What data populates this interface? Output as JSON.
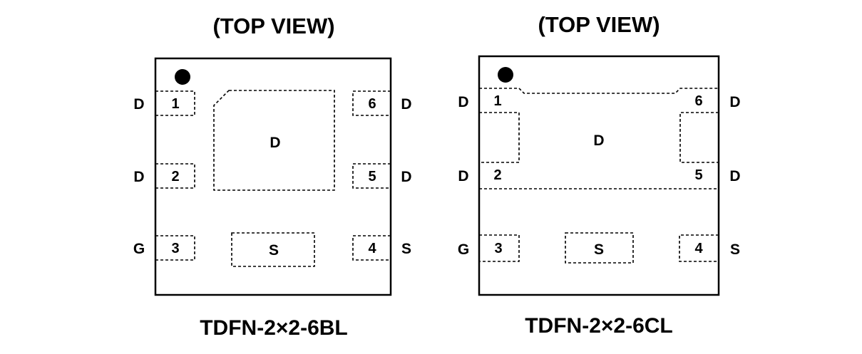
{
  "diagrams": [
    {
      "view_title": "(TOP VIEW)",
      "package_name": "TDFN-2×2-6BL",
      "pins": [
        {
          "number": "1",
          "label": "D"
        },
        {
          "number": "2",
          "label": "D"
        },
        {
          "number": "3",
          "label": "G"
        },
        {
          "number": "4",
          "label": "S"
        },
        {
          "number": "5",
          "label": "D"
        },
        {
          "number": "6",
          "label": "D"
        }
      ],
      "pads": {
        "center": "D",
        "bottom": "S"
      }
    },
    {
      "view_title": "(TOP VIEW)",
      "package_name": "TDFN-2×2-6CL",
      "pins": [
        {
          "number": "1",
          "label": "D"
        },
        {
          "number": "2",
          "label": "D"
        },
        {
          "number": "3",
          "label": "G"
        },
        {
          "number": "4",
          "label": "S"
        },
        {
          "number": "5",
          "label": "D"
        },
        {
          "number": "6",
          "label": "D"
        }
      ],
      "pads": {
        "center": "D",
        "bottom": "S"
      }
    }
  ]
}
